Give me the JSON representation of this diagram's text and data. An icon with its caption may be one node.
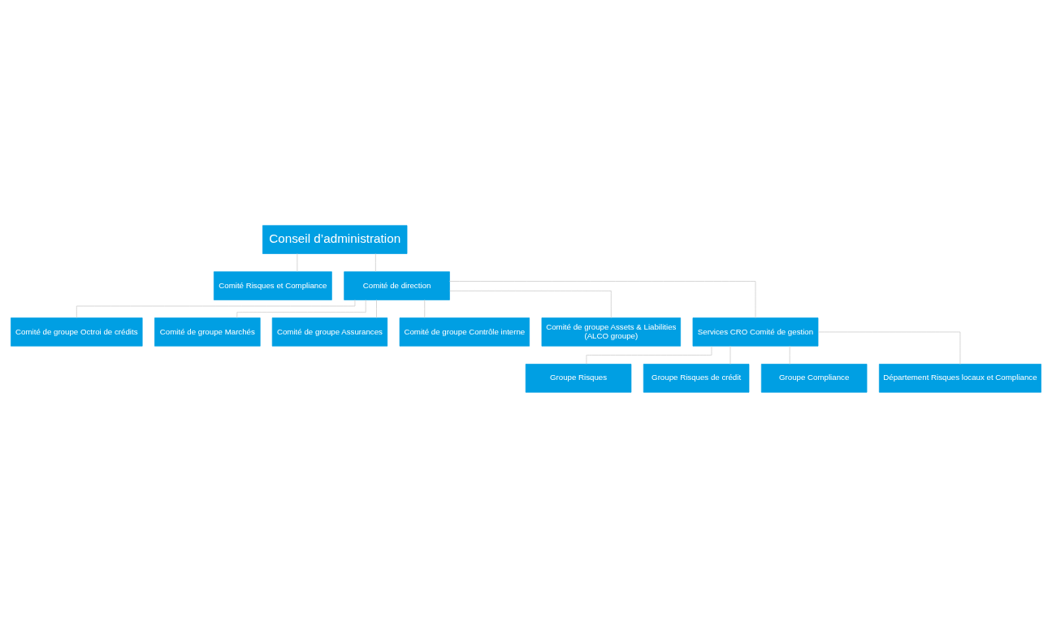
{
  "diagram": {
    "nodes": [
      {
        "text": [
          "Conseil d’administration"
        ]
      },
      {
        "text": [
          "Comité Risques et Compliance"
        ]
      },
      {
        "text": [
          "Comité de direction"
        ]
      },
      {
        "text": [
          "Comité de groupe Octroi de crédits"
        ]
      },
      {
        "text": [
          "Comité de groupe Marchés"
        ]
      },
      {
        "text": [
          "Comité de groupe Assurances"
        ]
      },
      {
        "text": [
          "Comité de groupe Contrôle interne"
        ]
      },
      {
        "text": [
          "Comité de groupe Assets & Liabilities",
          "(ALCO groupe)"
        ]
      },
      {
        "text": [
          "Services CRO Comité de gestion"
        ]
      },
      {
        "text": [
          "Groupe Risques"
        ]
      },
      {
        "text": [
          "Groupe Risques de crédit"
        ]
      },
      {
        "text": [
          "Groupe Compliance"
        ]
      },
      {
        "text": [
          "Département Risques locaux et Compliance"
        ]
      }
    ],
    "edges": [
      {
        "from": 0,
        "to": 1,
        "arrow": "none"
      },
      {
        "from": 0,
        "to": 2,
        "arrow": "none"
      },
      {
        "from": 2,
        "to": 3,
        "arrow": "none"
      },
      {
        "from": 2,
        "to": 4,
        "arrow": "none"
      },
      {
        "from": 2,
        "to": 5,
        "arrow": "none"
      },
      {
        "from": 2,
        "to": 6,
        "arrow": "none"
      },
      {
        "from": 2,
        "to": 7,
        "arrow": "none"
      },
      {
        "from": 2,
        "to": 8,
        "arrow": "none"
      },
      {
        "from": 8,
        "to": 9,
        "arrow": "none"
      },
      {
        "from": 8,
        "to": 10,
        "arrow": "none"
      },
      {
        "from": 8,
        "to": 11,
        "arrow": "none"
      },
      {
        "from": 8,
        "to": 12,
        "arrow": "none"
      }
    ]
  }
}
